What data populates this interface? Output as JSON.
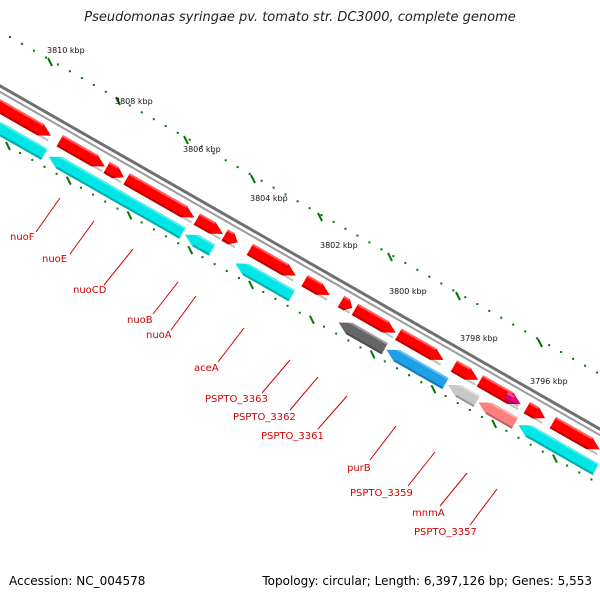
{
  "title": "Pseudomonas syringae pv. tomato str. DC3000, complete genome",
  "accession": "Accession: NC_004578",
  "summary": "Topology: circular; Length: 6,397,126 bp; Genes: 5,553",
  "colors": {
    "backbone": "#707070",
    "forward_gene": "#ff0000",
    "reverse_gene": "#00e5e5",
    "tick_green": "#007700",
    "label_red": "#d00000",
    "gray_gene": "#666666",
    "blue_gene": "#1ea0e8",
    "light_gray_gene": "#c8c8c8",
    "pink_gene": "#ff8080",
    "magenta_gene": "#e0007a"
  },
  "scale_ticks": [
    "3810 kbp",
    "3808 kbp",
    "3806 kbp",
    "3804 kbp",
    "3802 kbp",
    "3800 kbp",
    "3798 kbp",
    "3796 kbp"
  ],
  "gene_labels": [
    "nuoF",
    "nuoE",
    "nuoCD",
    "nuoB",
    "nuoA",
    "aceA",
    "PSPTO_3363",
    "PSPTO_3362",
    "PSPTO_3361",
    "purB",
    "PSPTO_3359",
    "mnmA",
    "PSPTO_3357"
  ]
}
